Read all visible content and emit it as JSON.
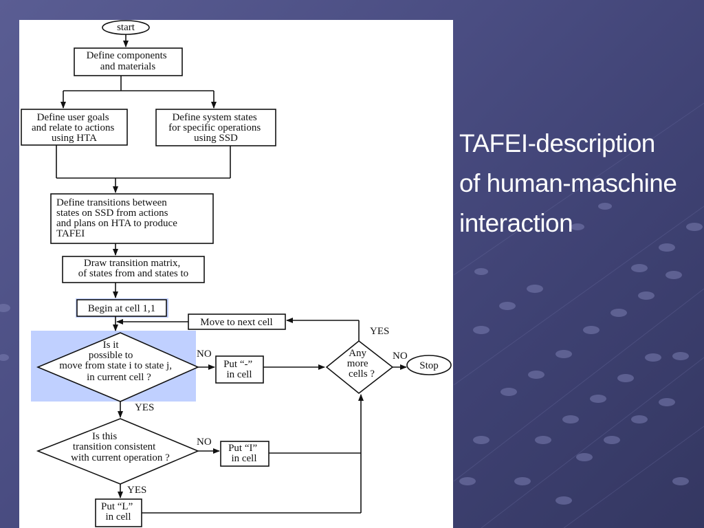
{
  "slide": {
    "title_lines": [
      "TAFEI-description",
      "of human-maschine",
      "interaction"
    ]
  },
  "colors": {
    "background": "#4a4d82",
    "highlight": "#c0d0ff",
    "title_text": "#ffffff"
  },
  "flowchart": {
    "start": "start",
    "define_components": [
      "Define components",
      "and materials"
    ],
    "define_user_goals": [
      "Define user goals",
      "and relate to actions",
      "using HTA"
    ],
    "define_system_states": [
      "Define system states",
      "for specific operations",
      "using SSD"
    ],
    "define_transitions": [
      "Define transitions between",
      "states on SSD from actions",
      "and plans on HTA to produce",
      "TAFEI"
    ],
    "draw_matrix": [
      "Draw transition matrix,",
      "of states from and states to"
    ],
    "begin_cell": "Begin at cell 1,1",
    "move_next": "Move to next cell",
    "decision_possible": [
      "Is it",
      "possible to",
      "move from state i to state j,",
      "in current cell ?"
    ],
    "put_dash": [
      "Put “-”",
      "in cell"
    ],
    "decision_more": [
      "Any",
      "more",
      "cells ?"
    ],
    "stop": "Stop",
    "decision_consistent": [
      "Is this",
      "transition consistent",
      "with current operation ?"
    ],
    "put_i": [
      "Put “I”",
      "in cell"
    ],
    "put_l": [
      "Put “L”",
      "in cell"
    ],
    "label_no_1": "NO",
    "label_no_2": "NO",
    "label_no_3": "NO",
    "label_yes_1": "YES",
    "label_yes_2": "YES",
    "label_yes_3": "YES"
  }
}
